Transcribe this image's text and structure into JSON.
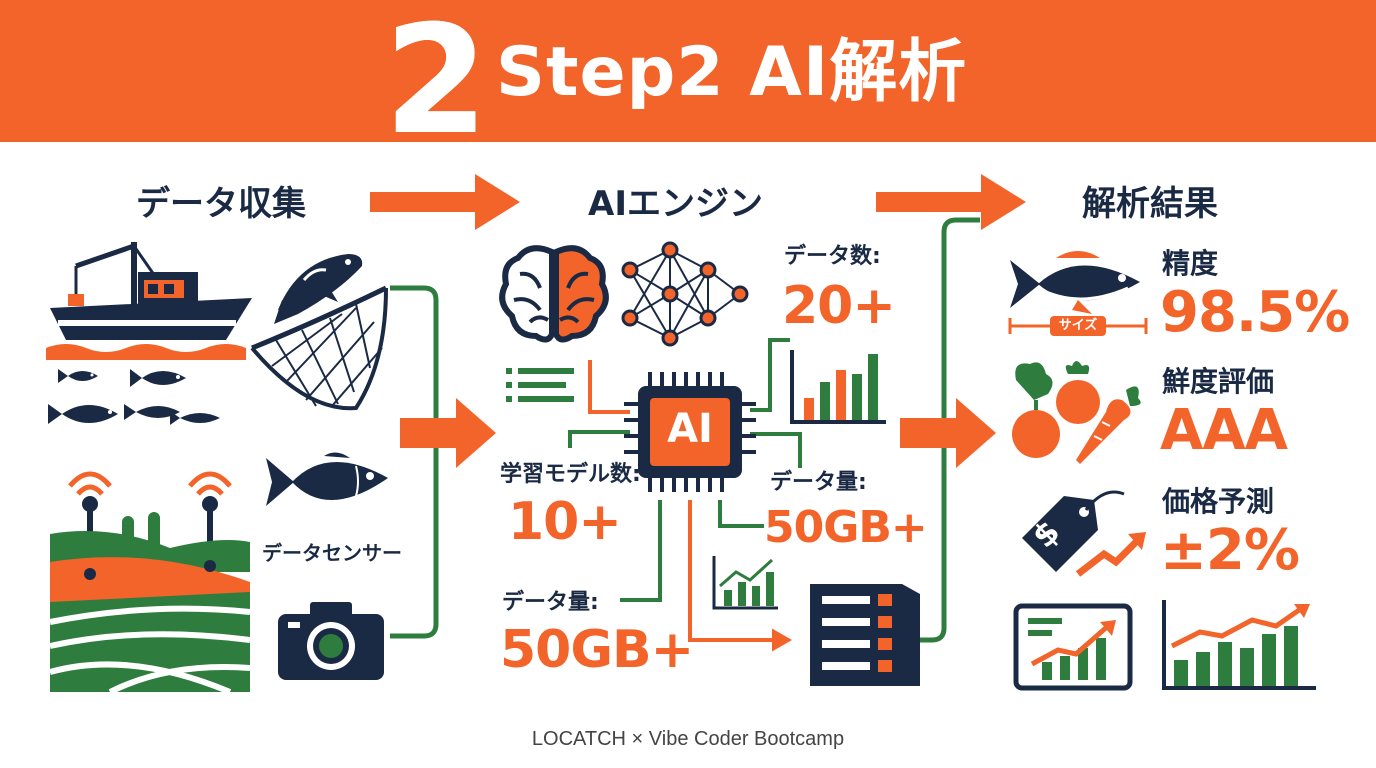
{
  "header": {
    "step_number": "2",
    "title": "Step2 AI解析"
  },
  "sections": {
    "collect": "データ収集",
    "engine": "AIエンジン",
    "result": "解析結果"
  },
  "collect": {
    "sensor_label": "データセンサー"
  },
  "engine": {
    "chip_label": "AI",
    "stats": [
      {
        "label": "データ数:",
        "value": "20+"
      },
      {
        "label": "学習モデル数:",
        "value": "10+"
      },
      {
        "label": "データ量:",
        "value": "50GB+"
      },
      {
        "label": "データ量:",
        "value": "50GB+"
      }
    ]
  },
  "results": {
    "size_tag": "サイズ",
    "items": [
      {
        "label": "精度",
        "value": "98.5%"
      },
      {
        "label": "鮮度評価",
        "value": "AAA"
      },
      {
        "label": "価格予測",
        "value": "±2%"
      }
    ],
    "price_tag_symbol": "$"
  },
  "colors": {
    "orange": "#f2642a",
    "navy": "#1b2a44",
    "green": "#2e7d3e"
  },
  "footer": "LOCATCH × Vibe Coder Bootcamp"
}
